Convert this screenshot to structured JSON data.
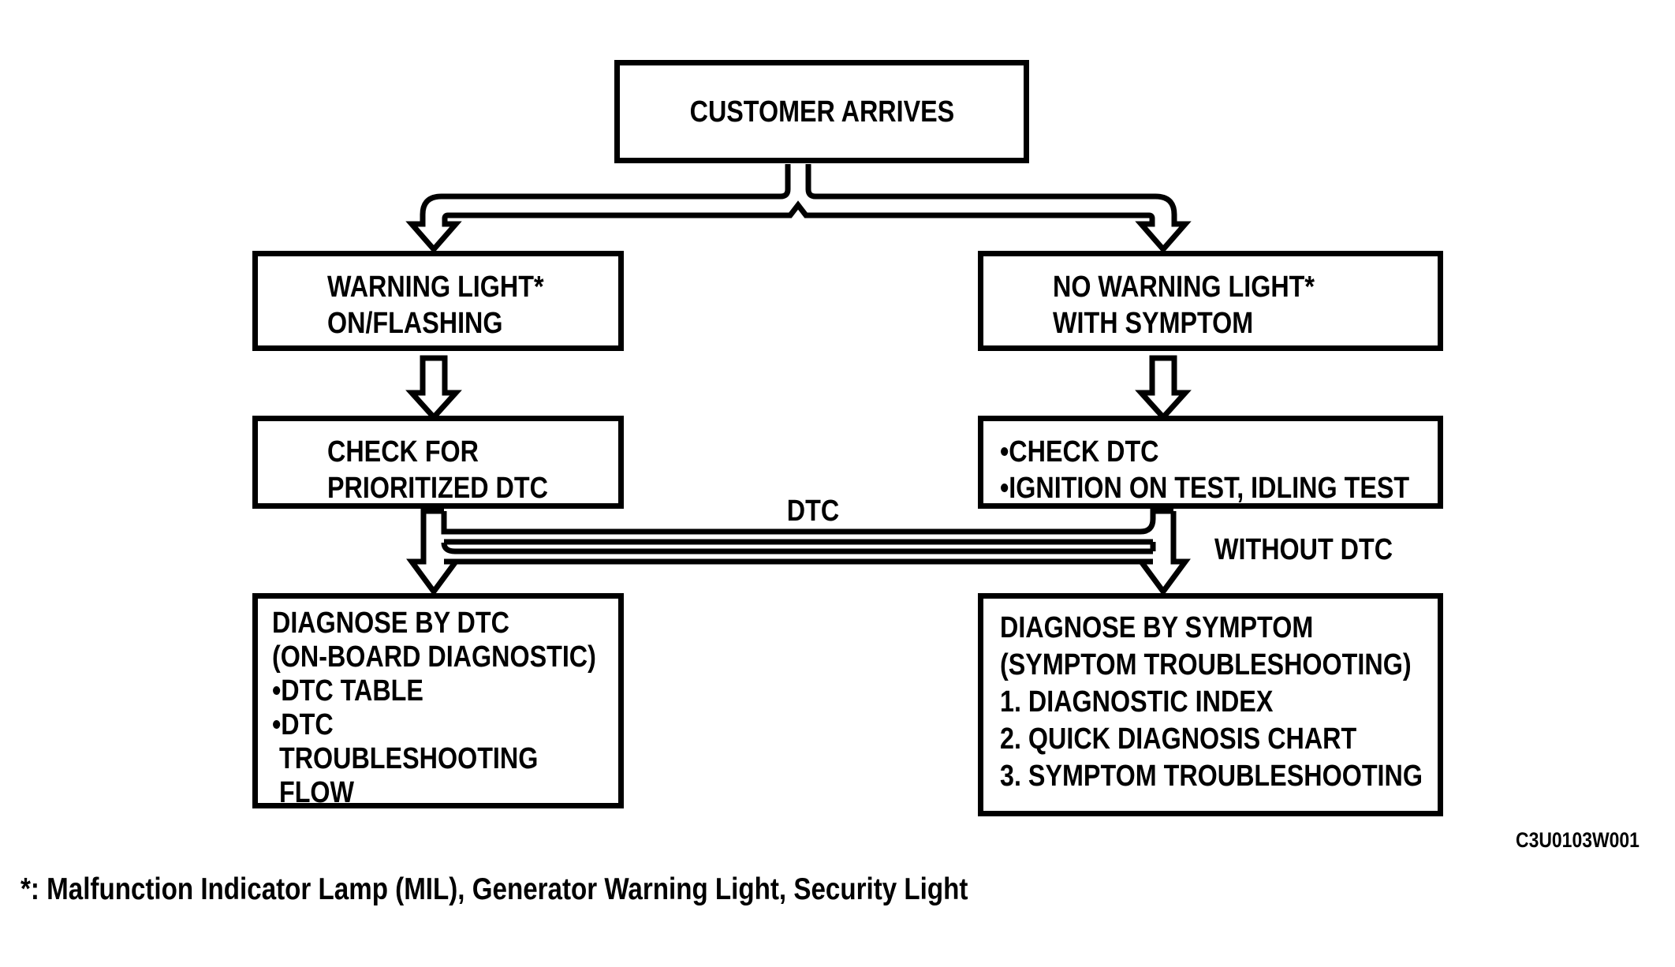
{
  "boxes": {
    "customer": {
      "lines": [
        "CUSTOMER ARRIVES"
      ]
    },
    "warning_light": {
      "lines": [
        "WARNING LIGHT*",
        "ON/FLASHING"
      ]
    },
    "no_warning_light": {
      "lines": [
        "NO WARNING LIGHT*",
        "WITH SYMPTOM"
      ]
    },
    "check_prioritized": {
      "lines": [
        "CHECK FOR",
        "PRIORITIZED DTC"
      ]
    },
    "check_dtc": {
      "lines": [
        "•CHECK DTC",
        "•IGNITION ON TEST, IDLING TEST"
      ]
    },
    "diagnose_by_dtc": {
      "lines": [
        "DIAGNOSE BY DTC",
        "(ON-BOARD DIAGNOSTIC)",
        "•DTC TABLE",
        "•DTC",
        " TROUBLESHOOTING",
        " FLOW"
      ]
    },
    "diagnose_by_symptom": {
      "lines": [
        "DIAGNOSE BY SYMPTOM",
        "(SYMPTOM TROUBLESHOOTING)",
        "1. DIAGNOSTIC INDEX",
        "2. QUICK DIAGNOSIS CHART",
        "3. SYMPTOM TROUBLESHOOTING"
      ]
    }
  },
  "labels": {
    "dtc": "DTC",
    "without_dtc": "WITHOUT DTC",
    "figure_code": "C3U0103W001",
    "footnote": "*: Malfunction Indicator Lamp (MIL), Generator Warning Light, Security Light"
  },
  "colors": {
    "ink": "#000000",
    "paper": "#ffffff"
  }
}
